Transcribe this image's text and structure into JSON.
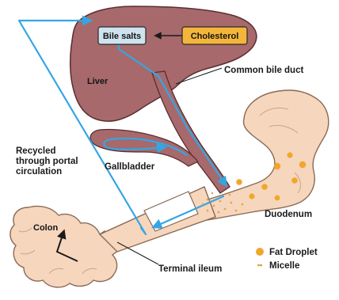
{
  "labels": {
    "bile_salts": "Bile salts",
    "cholesterol": "Cholesterol",
    "liver": "Liver",
    "common_bile_duct": "Common bile duct",
    "recycled_line1": "Recycled",
    "recycled_line2": "through portal",
    "recycled_line3": "circulation",
    "gallbladder": "Gallbladder",
    "colon": "Colon",
    "duodenum": "Duodenum",
    "terminal_ileum": "Terminal ileum"
  },
  "legend": {
    "fat_droplet": "Fat Droplet",
    "micelle": "Micelle"
  },
  "colors": {
    "liver": "#a7696c",
    "liver_stroke": "#5a2e31",
    "intestine": "#f6d6bd",
    "intestine_stroke": "#8a6a56",
    "flow_line": "#35a6e3",
    "bile_box": "#cfe3ef",
    "cholesterol_box": "#f4b63a",
    "fat_droplet": "#f0a72a"
  }
}
